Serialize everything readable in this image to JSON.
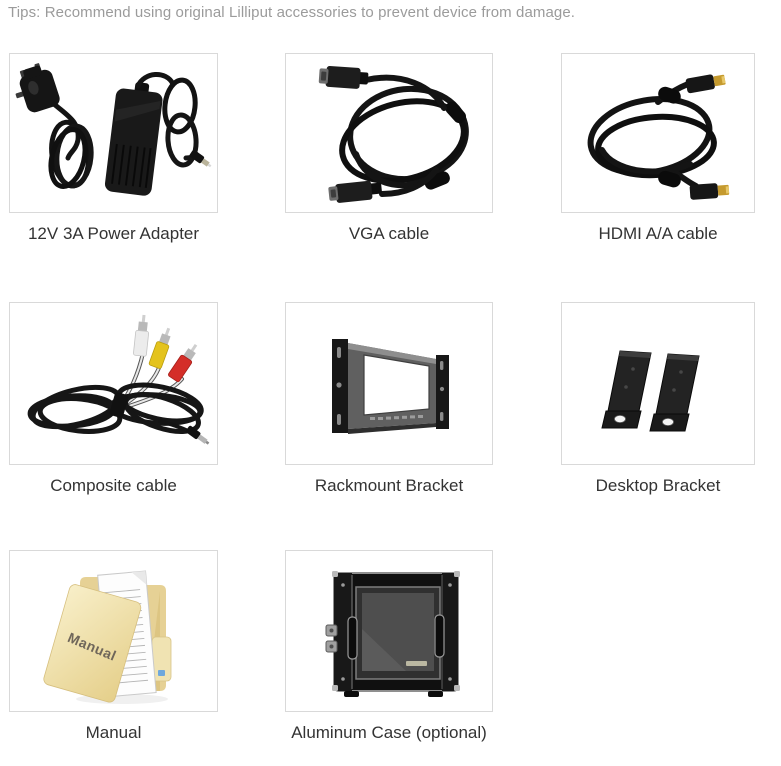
{
  "page": {
    "tip": "Tips: Recommend using original Lilliput accessories to prevent device from damage."
  },
  "items": [
    {
      "label": "12V 3A Power Adapter",
      "icon": "power-adapter"
    },
    {
      "label": "VGA cable",
      "icon": "vga-cable"
    },
    {
      "label": "HDMI A/A cable",
      "icon": "hdmi-cable"
    },
    {
      "label": "Composite cable",
      "icon": "composite-cable"
    },
    {
      "label": "Rackmount Bracket",
      "icon": "rackmount-bracket"
    },
    {
      "label": "Desktop Bracket",
      "icon": "desktop-bracket"
    },
    {
      "label": "Manual",
      "icon": "manual-folder",
      "graphic_text": "Manual"
    },
    {
      "label": "Aluminum Case (optional)",
      "icon": "aluminum-case"
    }
  ],
  "colors": {
    "tip_text": "#9b9b9b",
    "label_text": "#333333",
    "card_border": "#d9d9d9",
    "background": "#ffffff",
    "rca_white": "#ececec",
    "rca_yellow": "#e4c31d",
    "rca_red": "#d42e28",
    "hdmi_gold": "#c59a2e",
    "folder_front": "#f6ebc2",
    "folder_back": "#e6d195"
  }
}
